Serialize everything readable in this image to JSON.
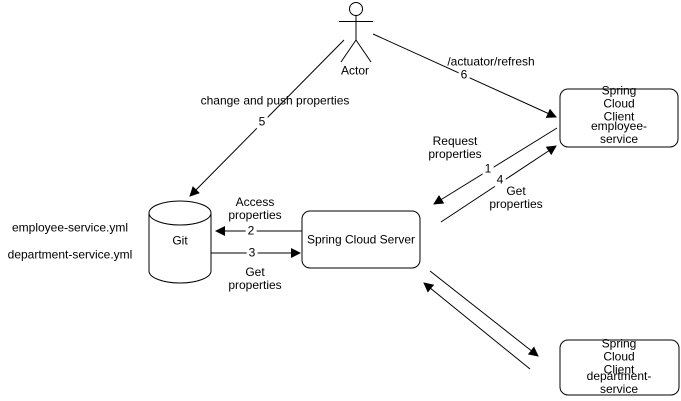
{
  "canvas": {
    "background": "#ffffff",
    "stroke_color": "#000000"
  },
  "actor": {
    "label": "Actor"
  },
  "files": [
    {
      "name": "employee-service.yml"
    },
    {
      "name": "department-service.yml"
    }
  ],
  "nodes": {
    "git": {
      "label": "Git"
    },
    "server": {
      "label": "Spring Cloud Server"
    },
    "client_employee": {
      "title": "Spring Cloud Client",
      "subtitle": "employee-service"
    },
    "client_department": {
      "title": "Spring Cloud Client",
      "subtitle": "department-service"
    }
  },
  "edges": {
    "request_properties": {
      "label": "Request\nproperties",
      "number": "1"
    },
    "access_properties": {
      "label": "Access\nproperties",
      "number": "2"
    },
    "get_properties_from_git": {
      "label": "Get\nproperties",
      "number": "3"
    },
    "get_properties_to_client": {
      "label": "Get\nproperties",
      "number": "4"
    },
    "change_and_push": {
      "label": "change and push properties",
      "number": "5"
    },
    "actuator_refresh": {
      "label": "/actuator/refresh",
      "number": "6"
    }
  }
}
